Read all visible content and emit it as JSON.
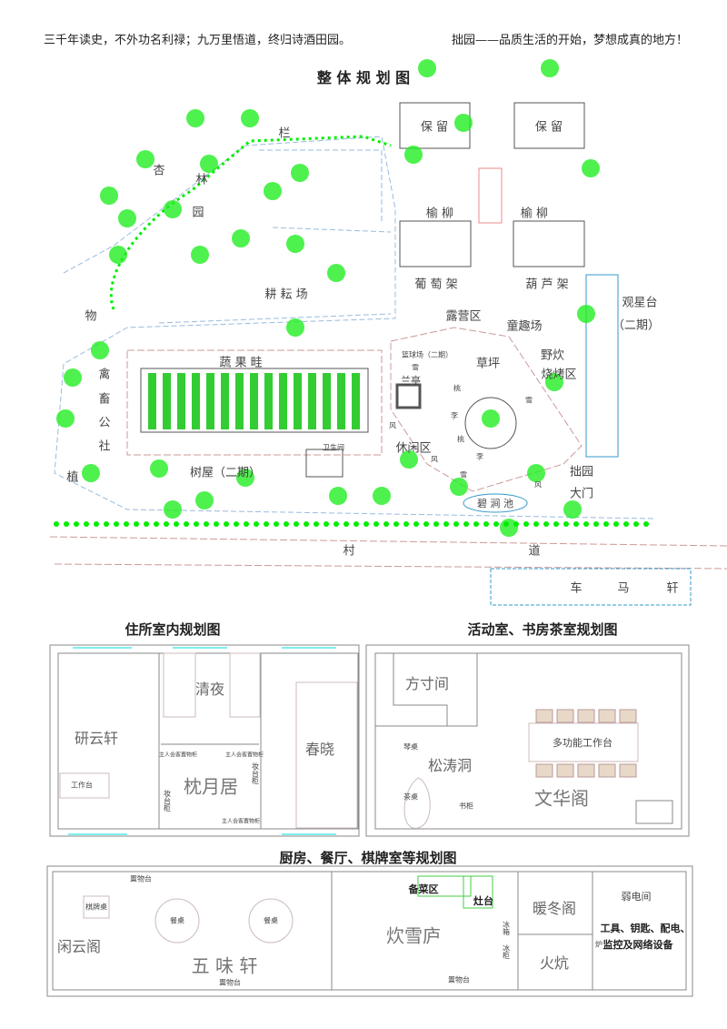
{
  "header": {
    "left": "三千年读史，不外功名利禄；九万里悟道，终归诗酒田园。",
    "right": "拙园——品质生活的开始，梦想成真的地方！"
  },
  "site": {
    "title": "整 体 规 划 图",
    "labels": {
      "reserve1": "保  留",
      "reserve2": "保  留",
      "fence": "栏",
      "apricot1": "杏",
      "apricot2": "林",
      "apricot3": "园",
      "farm": "耕    耘    场",
      "wu": "物",
      "zhi": "植",
      "poultry": [
        "禽",
        "畜",
        "公",
        "社"
      ],
      "veg": "蔬    果    畦",
      "elm1": "榆  柳",
      "elm2": "榆  柳",
      "grape": "葡  萄  架",
      "gourd": "葫  芦  架",
      "camp": "露营区",
      "kids": "童趣场",
      "star1": "观星台",
      "star2": "（二期）",
      "court": "篮球场（二期）",
      "pavilion": "兰亭",
      "lawn": "草坪",
      "bbq1": "野炊",
      "bbq2": "烧烤区",
      "leisure": "休闲区",
      "treehouse": "树屋（二期）",
      "wc": "卫生间",
      "gate1": "拙园",
      "gate2": "大门",
      "pond": "碧 涧 池",
      "road1": "村",
      "road2": "道",
      "park1": "车",
      "park2": "马",
      "park3": "轩",
      "path": [
        "雪",
        "桃",
        "李",
        "风",
        "雪",
        "桃",
        "李",
        "风",
        "雪",
        "风"
      ]
    }
  },
  "residence": {
    "title": "住所室内规划图",
    "rooms": {
      "yanyun": "研云轩",
      "qingye": "清夜",
      "chunxiao": "春晓",
      "zhenyue": "枕月居",
      "desk": "工作台",
      "dresser1": "妆台柜",
      "dresser2": "妆台柜",
      "closet1": "主人会客置物柜",
      "closet2": "主人会客置物柜",
      "closet3": "主人会客置物柜"
    }
  },
  "activity": {
    "title": "活动室、书房茶室规划图",
    "rooms": {
      "fangcun": "方寸间",
      "qinzhuo": "琴桌",
      "songtao": "松涛洞",
      "chazhuo": "茶桌",
      "wenhua": "文华阁",
      "workbench": "多功能工作台",
      "side": "书柜"
    }
  },
  "kitchen": {
    "title": "厨房、餐厅、棋牌室等规划图",
    "rooms": {
      "chess": "棋牌桌",
      "xianyun": "闲云阁",
      "table1": "餐桌",
      "table2": "餐桌",
      "wuweixuan": "五    味    轩",
      "shelf1": "置物台",
      "shelf2": "置物台",
      "shelf3": "置物台",
      "prep": "备菜区",
      "stove": "灶台",
      "chuixue": "炊雪庐",
      "fridge": "冰箱",
      "freezer": "冰柜",
      "nuandong": "暖冬阁",
      "kang": "火炕",
      "ruodian": "弱电间",
      "equip1": "工具、钥匙、配电、",
      "equip2": "监控及网络设备",
      "furnace": "炉"
    }
  }
}
